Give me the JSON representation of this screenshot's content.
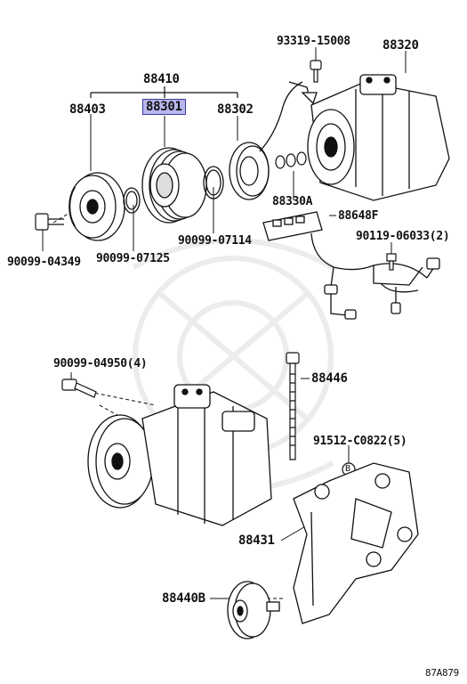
{
  "highlight_color": "#b7b7ee",
  "labels": {
    "p88410": "88410",
    "p88301": "88301",
    "p88403": "88403",
    "p88302": "88302",
    "p93319": "93319-15008",
    "p88320": "88320",
    "p88330a": "88330A",
    "p88648f": "88648F",
    "p90119": "90119-06033(2)",
    "p90099_07114": "90099-07114",
    "p90099_07125": "90099-07125",
    "p90099_04349": "90099-04349",
    "p90099_04950": "90099-04950(4)",
    "p88446": "88446",
    "p91512": "91512-C0822(5)",
    "p88431": "88431",
    "p88440b": "88440B",
    "callout_b": "B",
    "diagram_code": "87A879"
  }
}
